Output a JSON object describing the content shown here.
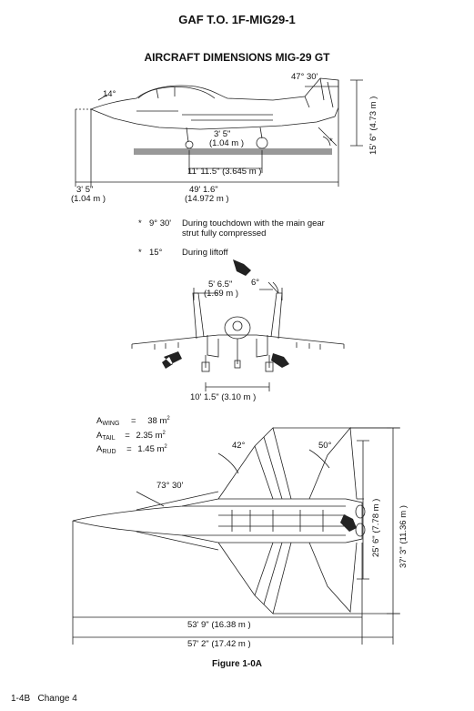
{
  "header": {
    "title": "GAF T.O. 1F-MIG29-1"
  },
  "figure_title": "AIRCRAFT DIMENSIONS MIG-29 GT",
  "side_view": {
    "canopy_angle": "14°",
    "tail_angle": "47° 30'",
    "height_imp": "15' 6\"",
    "height_met": "(4.73 m )",
    "nose_gear_offset_imp": "3' 5\"",
    "nose_gear_offset_met": "(1.04 m )",
    "wheelbase": "11' 11.5\" (3.645 m )",
    "nose_overhang_imp": "3' 5\"",
    "nose_overhang_met": "(1.04 m )",
    "length_imp": "49' 1.6\"",
    "length_met": "(14.972 m )",
    "star_mark": "*"
  },
  "notes": [
    {
      "mark": "*",
      "angle": "9° 30'",
      "text1": "During touchdown with the main gear",
      "text2": "strut fully compressed"
    },
    {
      "mark": "*",
      "angle": "15°",
      "text1": "During liftoff",
      "text2": ""
    }
  ],
  "front_view": {
    "fin_spacing_imp": "5' 6.5\"",
    "fin_spacing_met": "(1.69 m )",
    "fin_cant": "6°",
    "track": "10' 1.5\" (3.10 m )"
  },
  "areas": [
    {
      "label": "A",
      "sub": "WING",
      "value": "38 m",
      "sup": "2"
    },
    {
      "label": "A",
      "sub": "TAIL",
      "value": "2.35 m",
      "sup": "2"
    },
    {
      "label": "A",
      "sub": "RUD",
      "value": "1.45 m",
      "sup": "2"
    }
  ],
  "top_view": {
    "wing_sweep": "42°",
    "tail_sweep": "50°",
    "lerx_sweep": "73° 30'",
    "tail_span_imp": "25' 6\"",
    "tail_span_met": "(7.78 m )",
    "wing_span_imp": "37' 3\"",
    "wing_span_met": "(11.36 m )",
    "fuselage_length": "53' 9\"  (16.38 m )",
    "overall_length": "57' 2\"   (17.42 m )"
  },
  "figure_caption": "Figure 1-0A",
  "footer": {
    "page": "1-4B",
    "change": "Change 4"
  }
}
